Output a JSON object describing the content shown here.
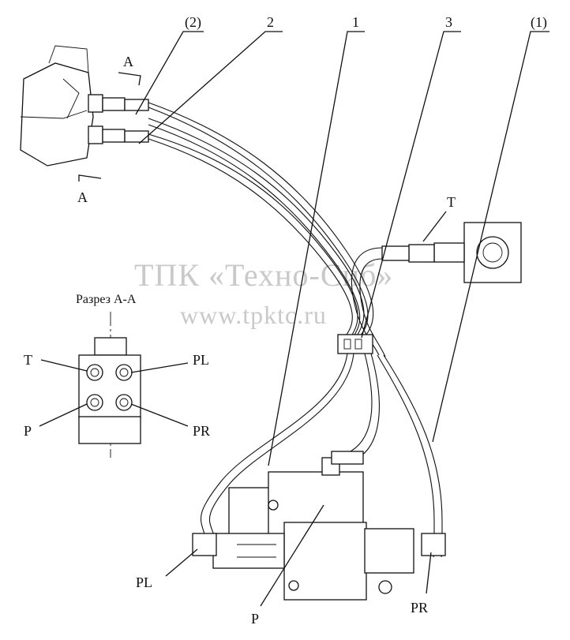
{
  "callouts": {
    "c_2p": "(2)",
    "c_2": "2",
    "c_1": "1",
    "c_3": "3",
    "c_1p": "(1)",
    "T_top": "T",
    "A_top": "A",
    "A_bottom": "A",
    "PL_bottom": "PL",
    "P_bottom": "P",
    "PR_bottom": "PR"
  },
  "section": {
    "title": "Разрез А-А",
    "T": "T",
    "PL": "PL",
    "P": "P",
    "PR": "PR"
  },
  "watermark": {
    "line1": "ТПК «Техно-Сиб»",
    "line2": "www.tpktc.ru"
  }
}
